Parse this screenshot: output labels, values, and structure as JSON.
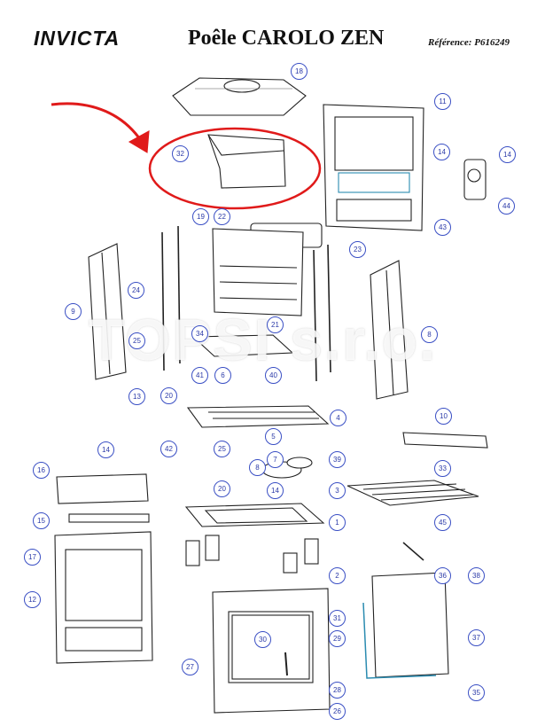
{
  "header": {
    "brand": "INVICTA",
    "title": "Poêle CAROLO ZEN",
    "reference": "Référence: P616249"
  },
  "watermark": "TOPSI s.r.o.",
  "part_numbers": [
    "18",
    "32",
    "11",
    "14",
    "14",
    "44",
    "43",
    "23",
    "19",
    "22",
    "24",
    "9",
    "25",
    "21",
    "34",
    "8",
    "13",
    "20",
    "41",
    "6",
    "40",
    "42",
    "25",
    "5",
    "7",
    "39",
    "4",
    "10",
    "33",
    "14",
    "16",
    "20",
    "8",
    "14",
    "3",
    "15",
    "1",
    "45",
    "17",
    "12",
    "2",
    "38",
    "36",
    "37",
    "31",
    "29",
    "30",
    "27",
    "35",
    "28",
    "26"
  ]
}
